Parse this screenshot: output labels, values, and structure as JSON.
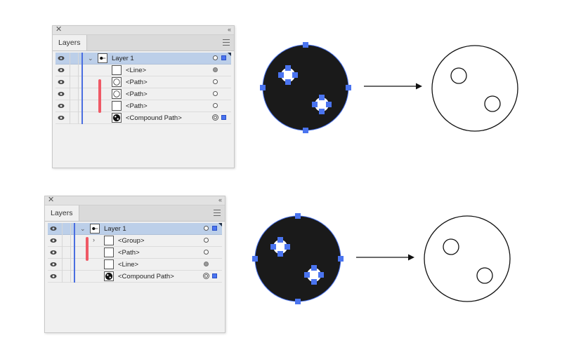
{
  "panel_top": {
    "tab_label": "Layers",
    "rows": [
      {
        "label": "Layer 1",
        "type": "layer",
        "selected": true
      },
      {
        "label": "<Line>",
        "type": "line",
        "target": "filled"
      },
      {
        "label": "<Path>",
        "type": "path-circle",
        "target": "empty"
      },
      {
        "label": "<Path>",
        "type": "path-circle",
        "target": "empty"
      },
      {
        "label": "<Path>",
        "type": "path-square",
        "target": "empty"
      },
      {
        "label": "<Compound Path>",
        "type": "compound",
        "target": "double",
        "selected_art": true
      }
    ]
  },
  "panel_bottom": {
    "tab_label": "Layers",
    "rows": [
      {
        "label": "Layer 1",
        "type": "layer",
        "selected": true
      },
      {
        "label": "<Group>",
        "type": "group",
        "target": "empty"
      },
      {
        "label": "<Path>",
        "type": "path-square",
        "target": "empty"
      },
      {
        "label": "<Line>",
        "type": "line",
        "target": "filled"
      },
      {
        "label": "<Compound Path>",
        "type": "compound",
        "target": "double",
        "selected_art": true
      }
    ]
  },
  "colors": {
    "selection_blue": "#4a74f0",
    "row_selected": "#bccfe9",
    "red_mark": "#ef5a66",
    "shape_fill": "#1a1a1a"
  },
  "icons": {
    "visibility": "eye-icon",
    "expand": "chevron-icon",
    "menu": "hamburger-icon",
    "close": "close-icon",
    "collapse": "double-chevron-icon"
  }
}
